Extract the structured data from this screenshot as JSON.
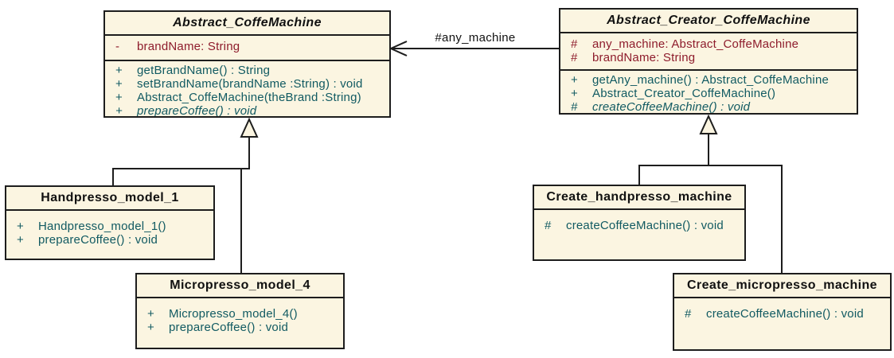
{
  "diagram": {
    "type": "uml-class-diagram",
    "colors": {
      "background": "#ffffff",
      "box_fill": "#FBF5E1",
      "line": "#1d1d1d",
      "attribute_text": "#8E1C2C",
      "operation_text": "#115A62",
      "title_text": "#111111"
    },
    "classes": [
      {
        "name": "Abstract_CoffeMachine",
        "abstract": true,
        "attributes": [
          {
            "visibility": "-",
            "text": "brandName: String"
          }
        ],
        "operations": [
          {
            "visibility": "+",
            "text": "getBrandName() : String"
          },
          {
            "visibility": "+",
            "text": "setBrandName(brandName :String) : void"
          },
          {
            "visibility": "+",
            "text": "Abstract_CoffeMachine(theBrand :String)"
          },
          {
            "visibility": "+",
            "text": "prepareCoffee() : void",
            "italic": true
          }
        ]
      },
      {
        "name": "Abstract_Creator_CoffeMachine",
        "abstract": true,
        "attributes": [
          {
            "visibility": "#",
            "text": "any_machine: Abstract_CoffeMachine"
          },
          {
            "visibility": "#",
            "text": "brandName: String"
          }
        ],
        "operations": [
          {
            "visibility": "+",
            "text": "getAny_machine() : Abstract_CoffeMachine"
          },
          {
            "visibility": "+",
            "text": "Abstract_Creator_CoffeMachine()"
          },
          {
            "visibility": "#",
            "text": "createCoffeeMachine() : void",
            "italic": true
          }
        ]
      },
      {
        "name": "Handpresso_model_1",
        "abstract": false,
        "attributes": [],
        "operations": [
          {
            "visibility": "+",
            "text": "Handpresso_model_1()"
          },
          {
            "visibility": "+",
            "text": "prepareCoffee() : void"
          }
        ]
      },
      {
        "name": "Micropresso_model_4",
        "abstract": false,
        "attributes": [],
        "operations": [
          {
            "visibility": "+",
            "text": "Micropresso_model_4()"
          },
          {
            "visibility": "+",
            "text": "prepareCoffee() : void"
          }
        ]
      },
      {
        "name": "Create_handpresso_machine",
        "abstract": false,
        "attributes": [],
        "operations": [
          {
            "visibility": "#",
            "text": "createCoffeeMachine() : void"
          }
        ]
      },
      {
        "name": "Create_micropresso_machine",
        "abstract": false,
        "attributes": [],
        "operations": [
          {
            "visibility": "#",
            "text": "createCoffeeMachine() : void"
          }
        ]
      }
    ],
    "relationships": [
      {
        "type": "association",
        "label": "#any_machine",
        "from": "Abstract_Creator_CoffeMachine",
        "to": "Abstract_CoffeMachine"
      },
      {
        "type": "generalization",
        "from": "Handpresso_model_1",
        "to": "Abstract_CoffeMachine"
      },
      {
        "type": "generalization",
        "from": "Micropresso_model_4",
        "to": "Abstract_CoffeMachine"
      },
      {
        "type": "generalization",
        "from": "Create_handpresso_machine",
        "to": "Abstract_Creator_CoffeMachine"
      },
      {
        "type": "generalization",
        "from": "Create_micropresso_machine",
        "to": "Abstract_Creator_CoffeMachine"
      }
    ]
  }
}
